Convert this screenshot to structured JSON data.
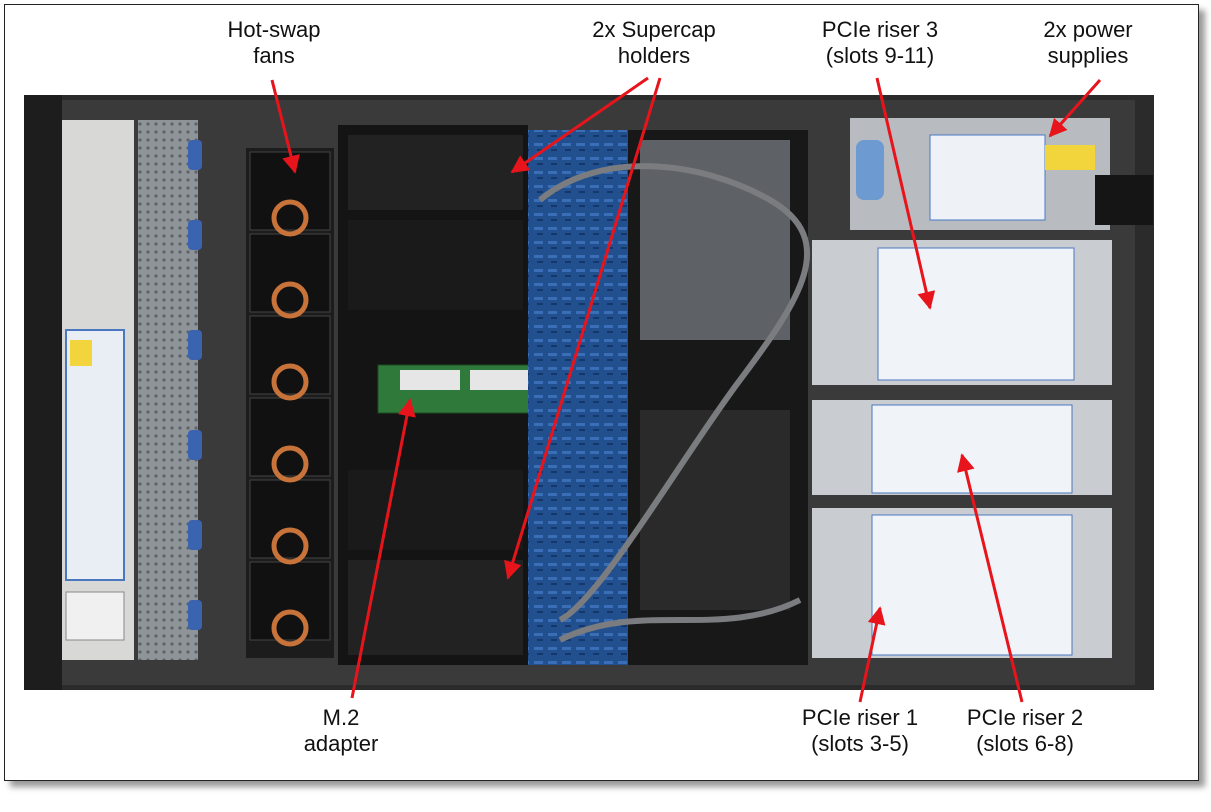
{
  "labels": {
    "fans": {
      "line1": "Hot-swap",
      "line2": "fans"
    },
    "supercap": {
      "line1": "2x Supercap",
      "line2": "holders"
    },
    "riser3": {
      "line1": "PCIe riser 3",
      "line2": "(slots 9-11)"
    },
    "psu": {
      "line1": "2x power",
      "line2": "supplies"
    },
    "m2": {
      "line1": "M.2",
      "line2": "adapter"
    },
    "riser1": {
      "line1": "PCIe riser 1",
      "line2": "(slots 3-5)"
    },
    "riser2": {
      "line1": "PCIe riser 2",
      "line2": "(slots 6-8)"
    }
  },
  "colors": {
    "arrow": "#e8141b",
    "chassis": "#2a2a2a",
    "riser": "#c9ccd0",
    "board": "#1f4f9a"
  }
}
